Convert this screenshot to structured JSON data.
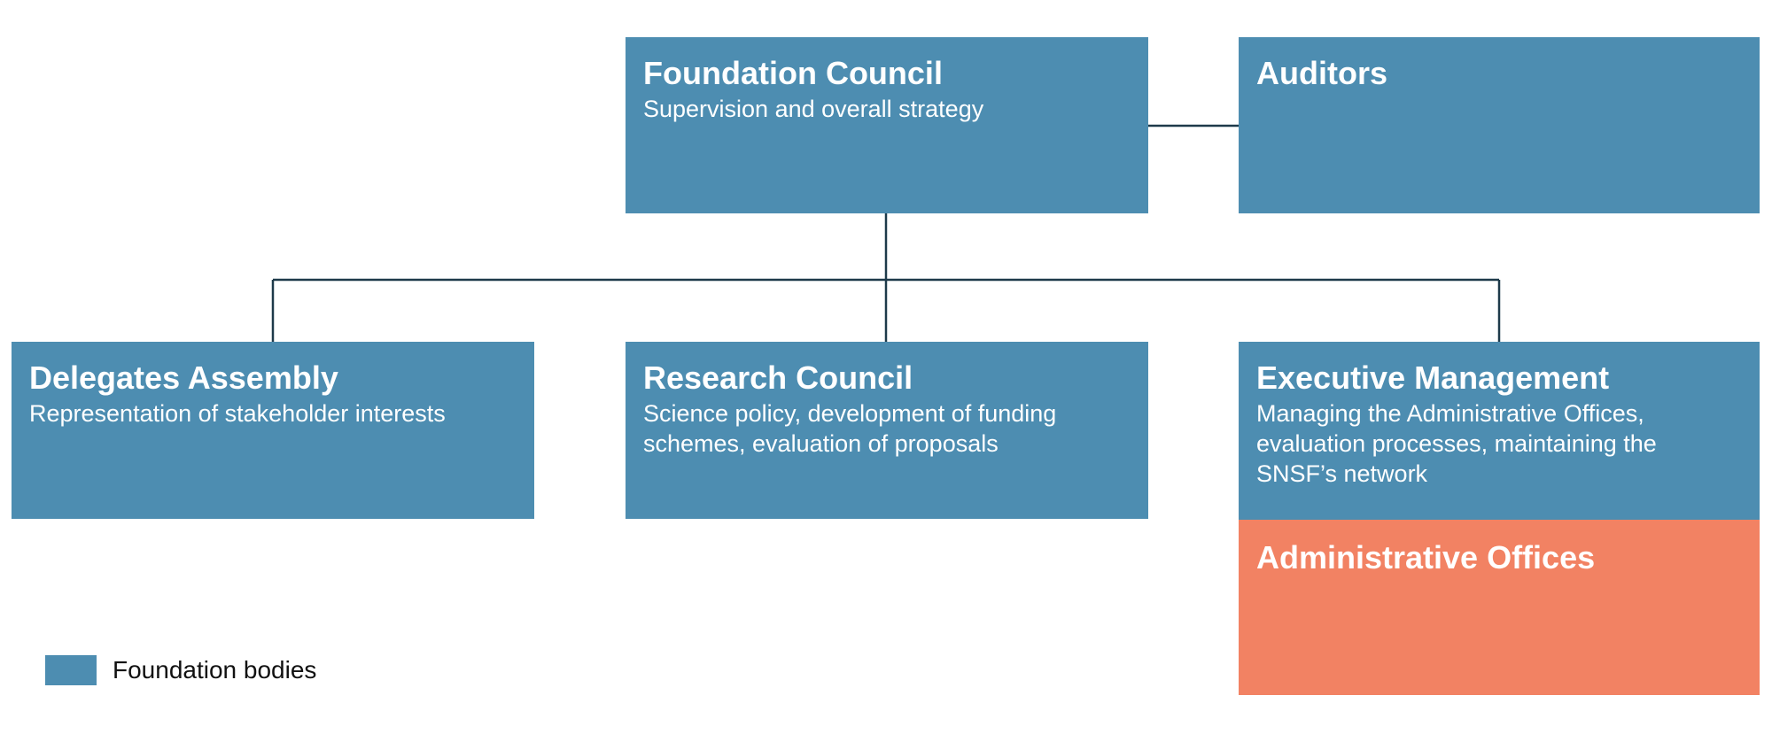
{
  "colors": {
    "foundation_body": "#4d8db1",
    "administrative": "#f28263",
    "connector": "#1e3a4a",
    "text_on_box": "#ffffff",
    "legend_text": "#111111"
  },
  "boxes": {
    "foundation_council": {
      "title": "Foundation Council",
      "description": "Supervision and overall strategy"
    },
    "auditors": {
      "title": "Auditors"
    },
    "delegates_assembly": {
      "title": "Delegates Assembly",
      "description": "Representation of stakeholder interests"
    },
    "research_council": {
      "title": "Research Council",
      "description": "Science policy, development of funding schemes, evaluation of proposals"
    },
    "executive_management": {
      "title": "Executive Management",
      "description": "Managing the Administrative Offices, evaluation processes, maintaining the SNSF’s network"
    },
    "administrative_offices": {
      "title": "Administrative Offices"
    }
  },
  "legend": {
    "items": [
      {
        "label": "Foundation bodies",
        "color": "#4d8db1"
      }
    ]
  }
}
